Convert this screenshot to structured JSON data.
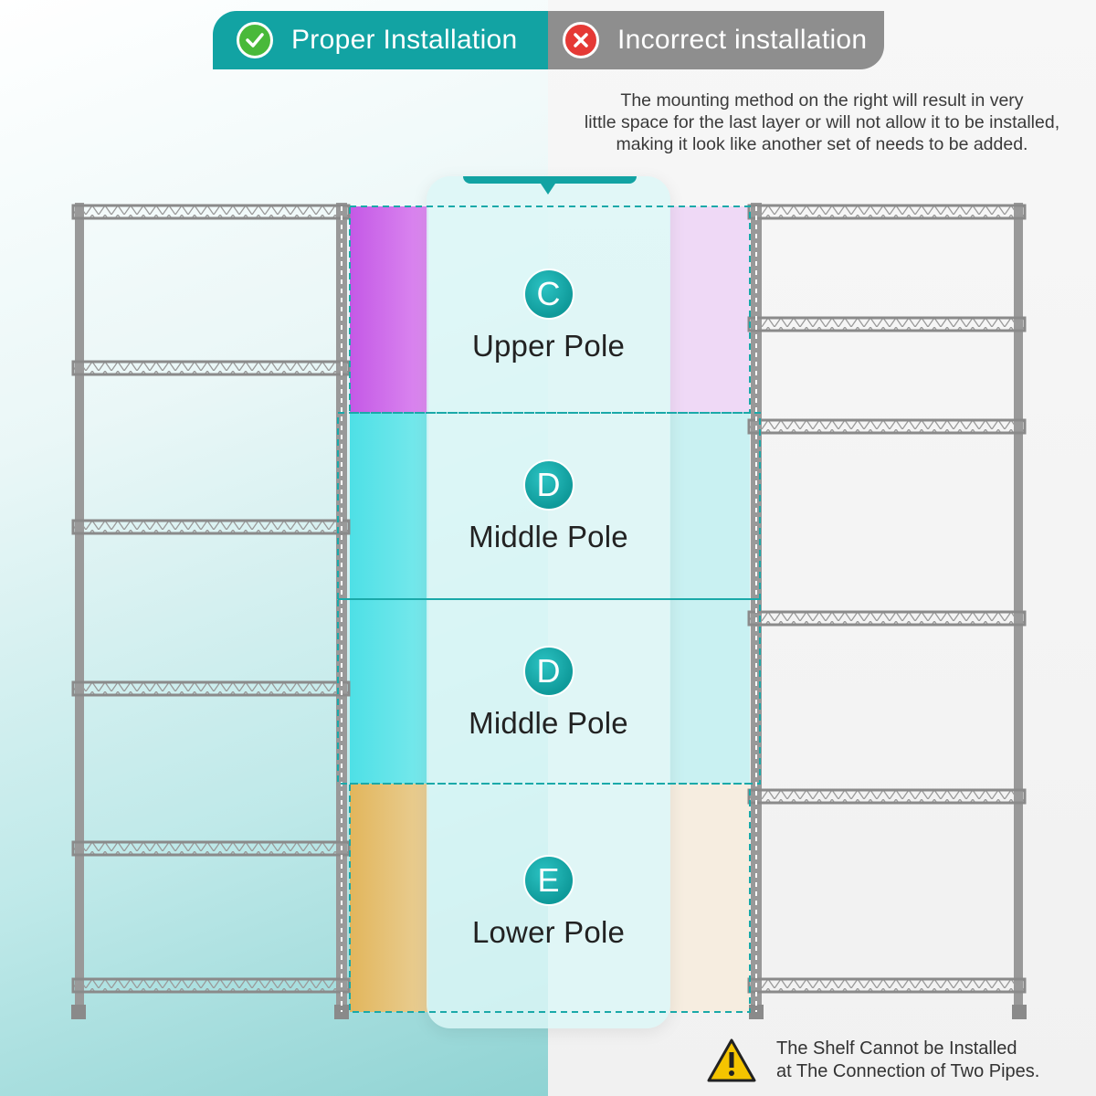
{
  "tabs": {
    "proper": "Proper Installation",
    "incorrect": "Incorrect installation"
  },
  "note": {
    "lines": [
      "The mounting method on the right will result in very",
      "little space for the last layer or will not allow it to be installed,",
      "making it look like another set of needs to be added."
    ]
  },
  "segments": [
    {
      "letter": "C",
      "name": "Upper Pole",
      "color": "#c459e6"
    },
    {
      "letter": "D",
      "name": "Middle Pole",
      "color": "#4ee0e6"
    },
    {
      "letter": "D",
      "name": "Middle Pole",
      "color": "#4ee0e6"
    },
    {
      "letter": "E",
      "name": "Lower Pole",
      "color": "#e2b65c"
    }
  ],
  "warning": {
    "lines": [
      "The Shelf Cannot be Installed",
      "at The Connection of Two Pipes."
    ]
  },
  "colors": {
    "teal": "#12a3a3",
    "gray": "#8e8e8e",
    "shelf": "#8f8f8f"
  }
}
